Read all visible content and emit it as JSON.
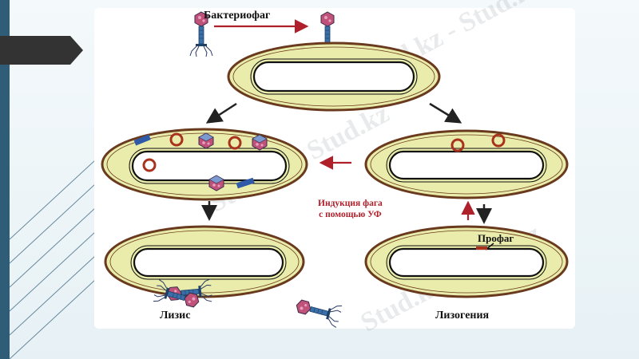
{
  "labels": {
    "bacteriophage": "Бактериофаг",
    "induction_line1": "Индукция фага",
    "induction_line2": "с помощью УФ",
    "prophage": "Профаг",
    "lysis": "Лизис",
    "lysogeny": "Лизогения"
  },
  "watermark": "Stud.kz - Stud.kz",
  "colors": {
    "cell_outline": "#6a3a1e",
    "cytoplasm": "#e9ecaa",
    "nucleoid_ring": "#111111",
    "plasmid_ring": "#a8321e",
    "arrow_dark": "#222222",
    "arrow_red": "#b0202a",
    "phage_head": "#c0527a",
    "phage_tail": "#3a6fa8",
    "slide_stripe": "#2f5d78",
    "slide_tab": "#333333"
  }
}
